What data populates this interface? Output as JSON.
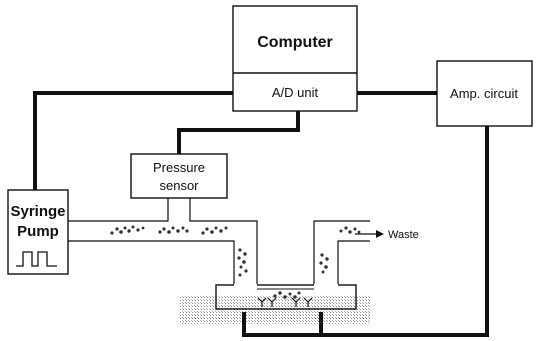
{
  "blocks": {
    "computer": "Computer",
    "ad_unit": "A/D unit",
    "amp_circuit": "Amp. circuit",
    "pressure_sensor_line1": "Pressure",
    "pressure_sensor_line2": "sensor",
    "syringe_line1": "Syringe",
    "syringe_line2": "Pump"
  },
  "outlet_label": "Waste",
  "colors": {
    "line": "#111111",
    "fill": "#ffffff",
    "sample_dots": "#333333",
    "substrate_hatch": "#9a9a9a"
  }
}
